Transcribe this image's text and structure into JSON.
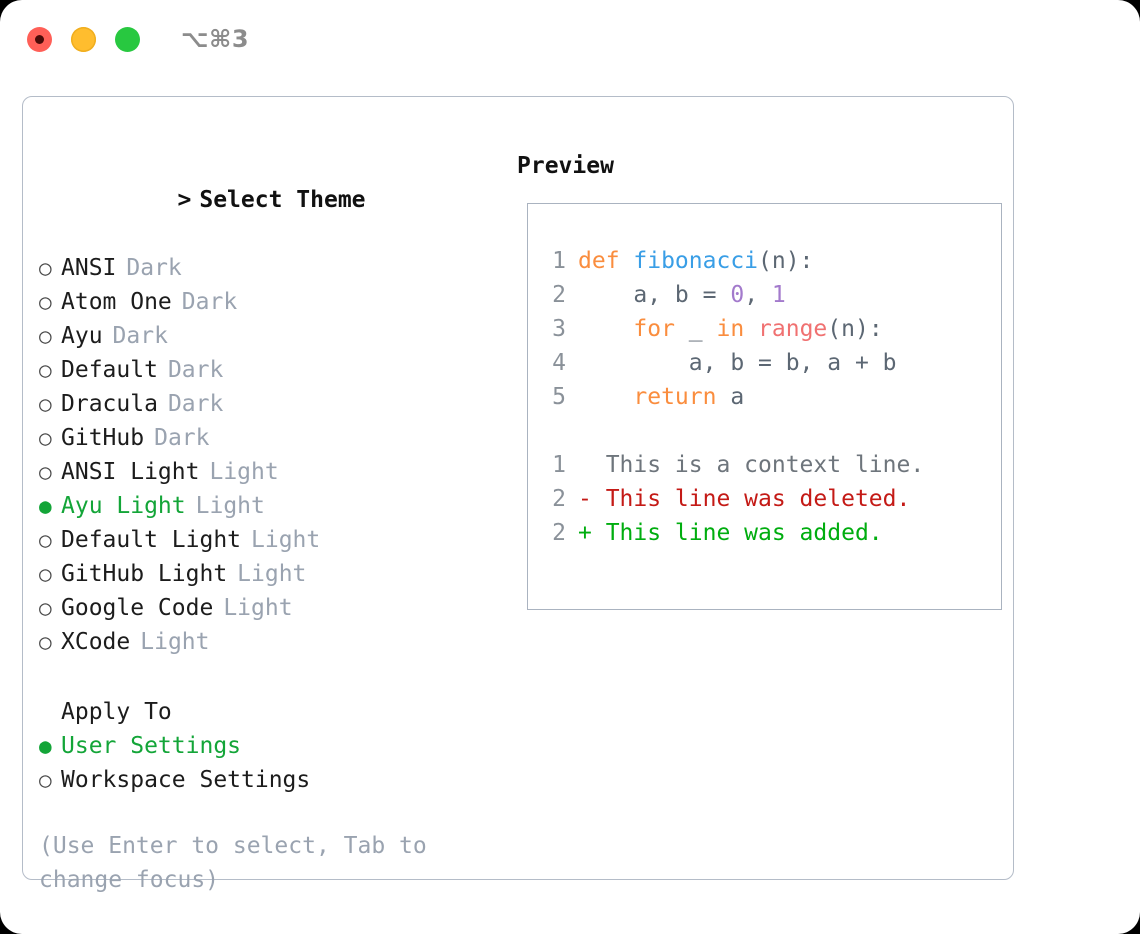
{
  "titlebar": {
    "shortcut": "⌥⌘3",
    "buttons": [
      {
        "name": "close",
        "color": "#ff5f57"
      },
      {
        "name": "minimize",
        "color": "#ffbd2e"
      },
      {
        "name": "maximize",
        "color": "#28c840"
      }
    ]
  },
  "theme_picker": {
    "heading": "Select Theme",
    "caret": ">",
    "marker_selected": "●",
    "marker_unselected": "○",
    "options": [
      {
        "name": "ANSI",
        "kind": "Dark",
        "selected": false
      },
      {
        "name": "Atom One",
        "kind": "Dark",
        "selected": false
      },
      {
        "name": "Ayu",
        "kind": "Dark",
        "selected": false
      },
      {
        "name": "Default",
        "kind": "Dark",
        "selected": false
      },
      {
        "name": "Dracula",
        "kind": "Dark",
        "selected": false
      },
      {
        "name": "GitHub",
        "kind": "Dark",
        "selected": false
      },
      {
        "name": "ANSI Light",
        "kind": "Light",
        "selected": false
      },
      {
        "name": "Ayu Light",
        "kind": "Light",
        "selected": true
      },
      {
        "name": "Default Light",
        "kind": "Light",
        "selected": false
      },
      {
        "name": "GitHub Light",
        "kind": "Light",
        "selected": false
      },
      {
        "name": "Google Code",
        "kind": "Light",
        "selected": false
      },
      {
        "name": "XCode",
        "kind": "Light",
        "selected": false
      }
    ]
  },
  "apply_to": {
    "heading": "Apply To",
    "options": [
      {
        "name": "User Settings",
        "selected": true
      },
      {
        "name": "Workspace Settings",
        "selected": false
      }
    ]
  },
  "hint": "(Use Enter to select, Tab to change focus)",
  "preview": {
    "label": "Preview",
    "code_lines": [
      {
        "number": "1",
        "tokens": [
          {
            "text": "def ",
            "type": "kw"
          },
          {
            "text": "fibonacci",
            "type": "fn"
          },
          {
            "text": "(n):",
            "type": "pun"
          }
        ]
      },
      {
        "number": "2",
        "tokens": [
          {
            "text": "    a, b = ",
            "type": "pun"
          },
          {
            "text": "0",
            "type": "num"
          },
          {
            "text": ", ",
            "type": "pun"
          },
          {
            "text": "1",
            "type": "num"
          }
        ]
      },
      {
        "number": "3",
        "tokens": [
          {
            "text": "    ",
            "type": "pun"
          },
          {
            "text": "for",
            "type": "kw"
          },
          {
            "text": " _ ",
            "type": "pun"
          },
          {
            "text": "in",
            "type": "kw"
          },
          {
            "text": " ",
            "type": "pun"
          },
          {
            "text": "range",
            "type": "bi"
          },
          {
            "text": "(n):",
            "type": "pun"
          }
        ]
      },
      {
        "number": "4",
        "tokens": [
          {
            "text": "        a, b = b, a + b",
            "type": "pun"
          }
        ]
      },
      {
        "number": "5",
        "tokens": [
          {
            "text": "    ",
            "type": "pun"
          },
          {
            "text": "return",
            "type": "kw"
          },
          {
            "text": " a",
            "type": "pun"
          }
        ]
      }
    ],
    "diff_lines": [
      {
        "number": "1",
        "marker": " ",
        "text": "This is a context line.",
        "type": "context"
      },
      {
        "number": "2",
        "marker": "-",
        "text": "This line was deleted.",
        "type": "deleted"
      },
      {
        "number": "2",
        "marker": "+",
        "text": "This line was added.",
        "type": "added"
      }
    ]
  },
  "colors": {
    "accent_green": "#13a538",
    "muted": "#9aa3b0",
    "keyword": "#fa8d3e",
    "function": "#399ee6",
    "number": "#a37acc",
    "builtin": "#f07171",
    "punctuation": "#5c6773",
    "lineno": "#8a9199",
    "diff_deleted": "#c41a16",
    "diff_added": "#00ad0f",
    "border": "#b4bcc8"
  }
}
